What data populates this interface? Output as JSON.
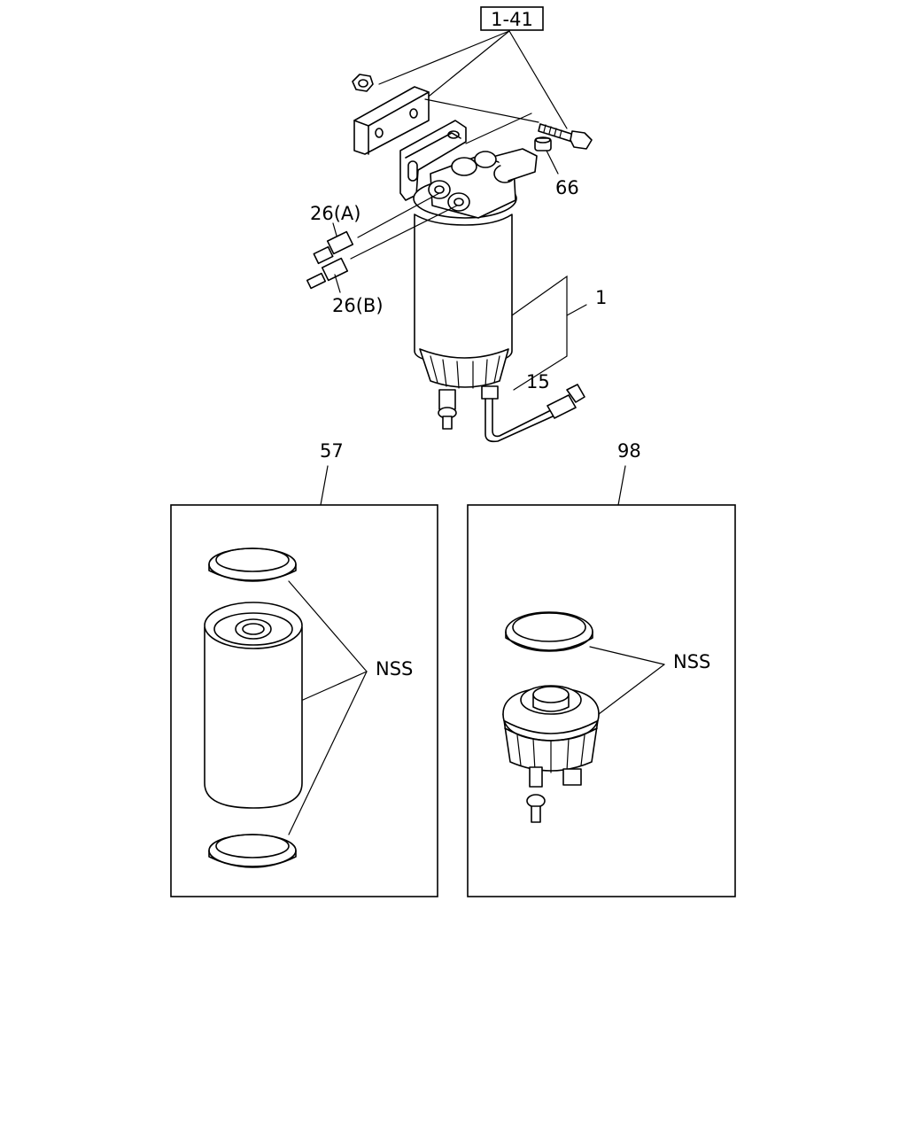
{
  "diagram": {
    "ref_box_label": "1-41",
    "callouts": {
      "c66": "66",
      "c26a": "26(A)",
      "c26b": "26(B)",
      "c1": "1",
      "c15": "15",
      "c57": "57",
      "c98": "98",
      "nss_left": "NSS",
      "nss_right": "NSS"
    }
  }
}
